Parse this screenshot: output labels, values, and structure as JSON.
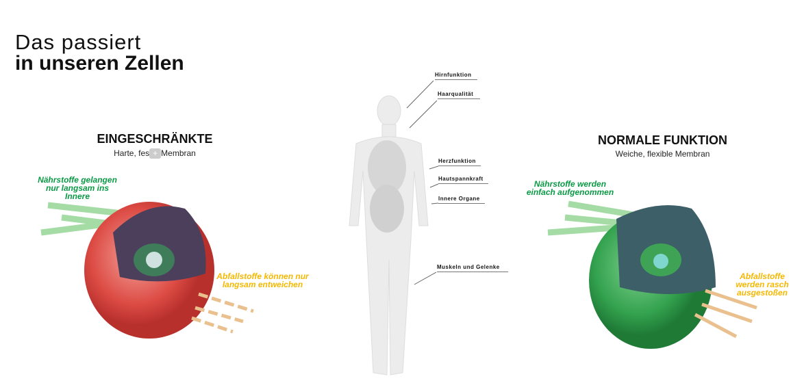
{
  "title": {
    "line1": "Das passiert",
    "line2": "in unseren Zellen"
  },
  "left": {
    "heading": "EINGESCHRÄNKTE",
    "subtitle": "Harte, fes",
    "subtitle_end": "Membran",
    "nutrient_text": "Nährstoffe gelangen nur langsam ins Innere",
    "waste_text": "Abfallstoffe können nur langsam entweichen"
  },
  "right": {
    "heading": "NORMALE FUNKTION",
    "subtitle": "Weiche, flexible Membran",
    "nutrient_text": "Nährstoffe werden einfach aufgenommen",
    "waste_text": "Abfallstoffe werden rasch ausgestoßen"
  },
  "body_labels": [
    "Hirnfunktion",
    "Haarqualität",
    "Herzfunktion",
    "Hautspannkraft",
    "Innere Organe",
    "Muskeln und Gelenke"
  ],
  "colors": {
    "green": "#0a9a45",
    "orange": "#f5b800",
    "red_cell": "#d9443f",
    "green_cell": "#2e9e4a"
  }
}
